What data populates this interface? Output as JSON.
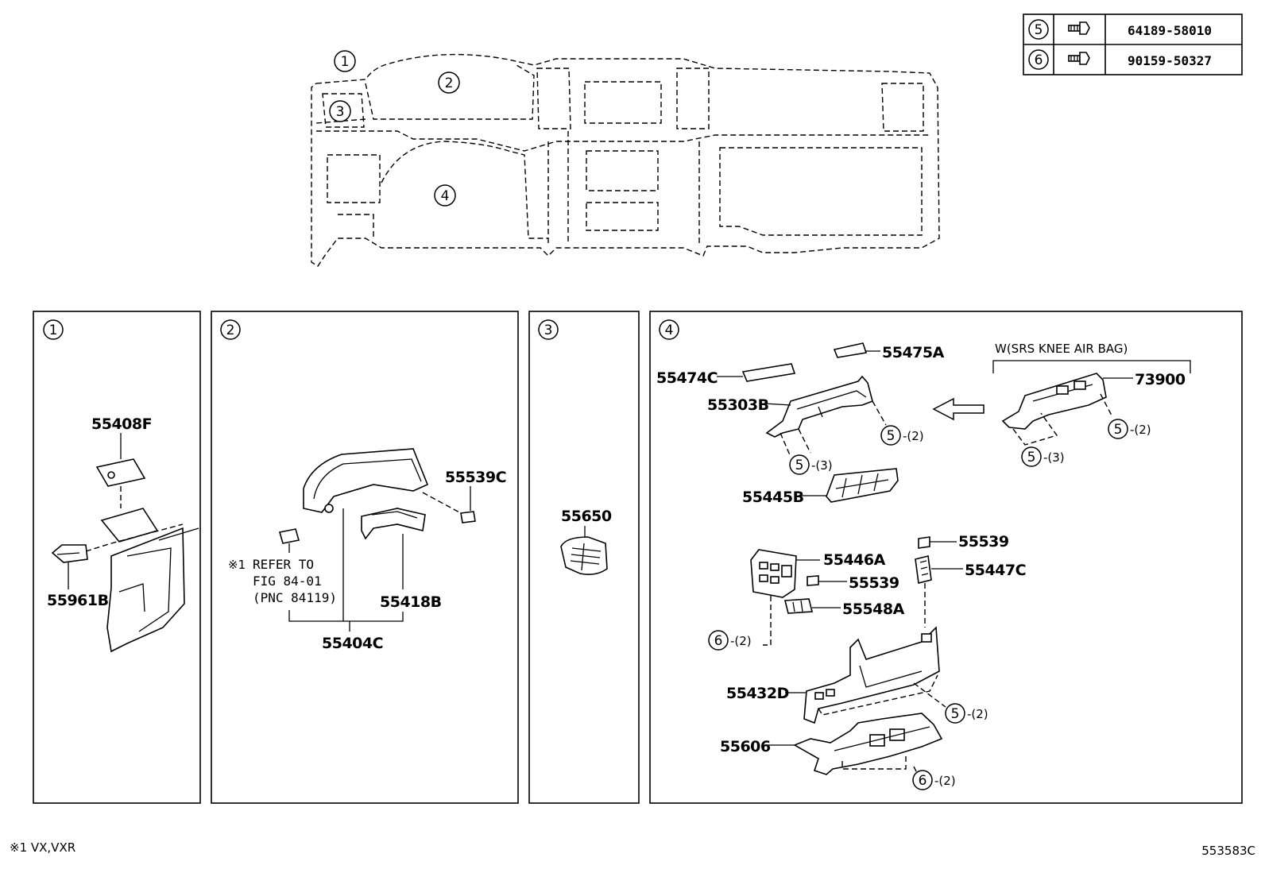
{
  "legend": [
    {
      "num": "5",
      "part": "64189-58010",
      "icon": "bolt-icon"
    },
    {
      "num": "6",
      "part": "90159-50327",
      "icon": "bolt-icon"
    }
  ],
  "overview": {
    "callouts": [
      "1",
      "2",
      "3",
      "4"
    ]
  },
  "panels": {
    "p1": {
      "num": "1",
      "labels": {
        "a": "55408F",
        "b": "55961B"
      }
    },
    "p2": {
      "num": "2",
      "labels": {
        "a": "55539C",
        "b": "55418B",
        "c": "55404C"
      },
      "note": {
        "mark": "※1",
        "line1": "REFER TO",
        "line2": "FIG 84-01",
        "line3": "(PNC 84119)"
      }
    },
    "p3": {
      "num": "3",
      "labels": {
        "a": "55650"
      }
    },
    "p4": {
      "num": "4",
      "labels": {
        "a": "55475A",
        "b": "55474C",
        "c": "55303B",
        "d": "55445B",
        "e": "55446A",
        "f": "55539",
        "g": "55539",
        "h": "55447C",
        "i": "55548A",
        "j": "55432D",
        "k": "55606",
        "l": "73900"
      },
      "variant": "W(SRS KNEE AIR BAG)",
      "refs": {
        "r1": {
          "num": "5",
          "qty": "-(2)"
        },
        "r2": {
          "num": "5",
          "qty": "-(3)"
        },
        "r3": {
          "num": "5",
          "qty": "-(2)"
        },
        "r4": {
          "num": "5",
          "qty": "-(3)"
        },
        "r5": {
          "num": "6",
          "qty": "-(2)"
        },
        "r6": {
          "num": "5",
          "qty": "-(2)"
        },
        "r7": {
          "num": "6",
          "qty": "-(2)"
        }
      }
    }
  },
  "footnote": "※1 VX,VXR",
  "diagram_id": "553583C"
}
